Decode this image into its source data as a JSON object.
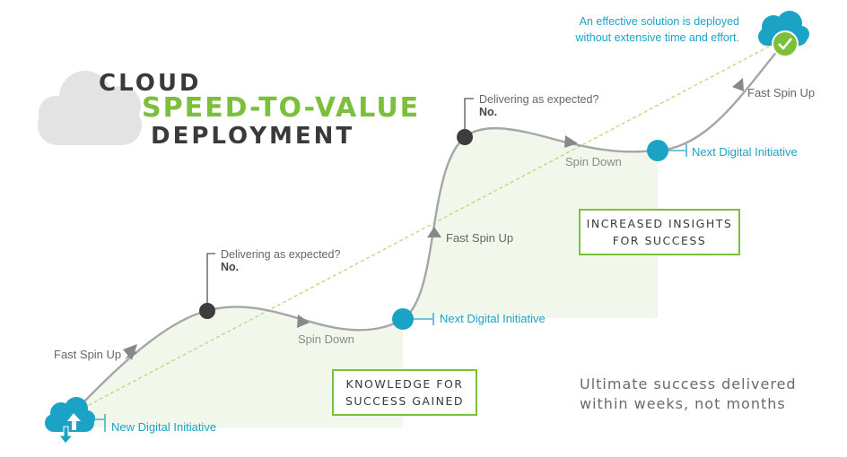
{
  "title": {
    "line1": "CLOUD",
    "line2": "SPEED-TO-VALUE",
    "line3": "DEPLOYMENT"
  },
  "labels": {
    "new_initiative": "New Digital Initiative",
    "fast_spin_up_1": "Fast Spin Up",
    "delivering_1": "Delivering as expected?",
    "no_1": "No.",
    "spin_down_1": "Spin Down",
    "next_initiative_1": "Next Digital Initiative",
    "fast_spin_up_2": "Fast Spin Up",
    "delivering_2": "Delivering as expected?",
    "no_2": "No.",
    "spin_down_2": "Spin Down",
    "next_initiative_2": "Next Digital Initiative",
    "fast_spin_up_3": "Fast Spin Up"
  },
  "boxes": {
    "knowledge_line1": "KNOWLEDGE FOR",
    "knowledge_line2": "SUCCESS GAINED",
    "insights_line1": "INCREASED INSIGHTS",
    "insights_line2": "FOR SUCCESS"
  },
  "outcome": {
    "line1": "An effective solution is deployed",
    "line2": "without extensive time and effort."
  },
  "summary": {
    "line1": "Ultimate success delivered",
    "line2": "within weeks, not months"
  },
  "colors": {
    "green": "#7cbf3a",
    "teal": "#1ba3c6",
    "dark": "#3a3a3a",
    "curve": "#a0a0a0"
  },
  "icons": {
    "start": "cloud-upload-icon",
    "end": "cloud-check-icon",
    "title": "cloud-icon"
  }
}
